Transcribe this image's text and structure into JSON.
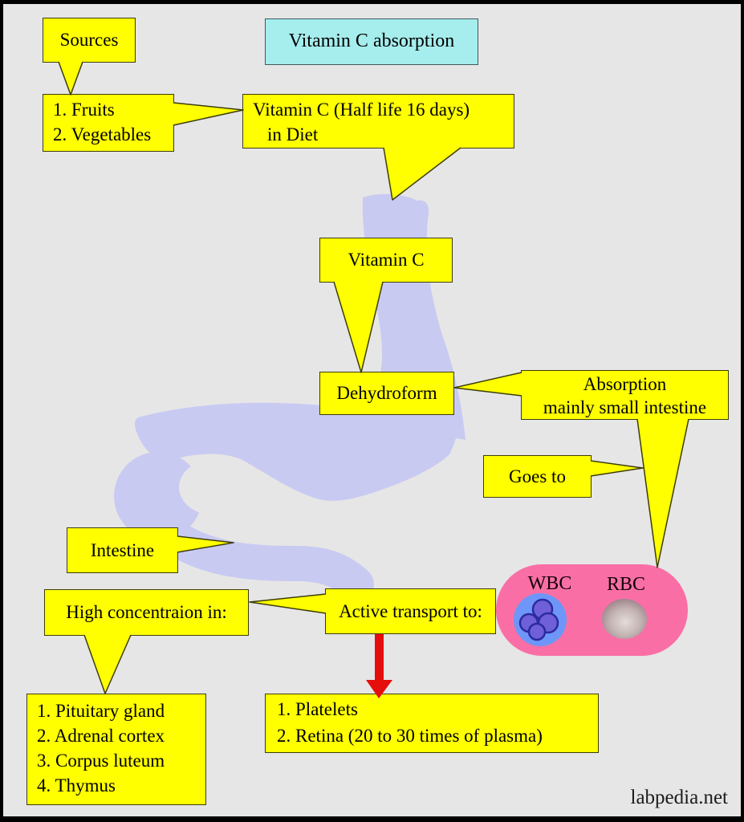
{
  "diagram_title": "Vitamin C absorption",
  "watermark": "labpedia.net",
  "callouts": {
    "sources": {
      "label": "Sources"
    },
    "diet_sources": {
      "lines": [
        "1. Fruits",
        "2. Vegetables"
      ]
    },
    "vitamin_c_in_diet": {
      "lines": [
        "Vitamin C (Half life 16 days)",
        "in Diet"
      ]
    },
    "vitamin_c": {
      "label": "Vitamin C"
    },
    "dehydroform": {
      "label": "Dehydroform"
    },
    "absorption": {
      "lines": [
        "Absorption",
        "mainly small intestine"
      ]
    },
    "goes_to": {
      "label": "Goes to"
    },
    "intestine": {
      "label": "Intestine"
    },
    "high_concentration": {
      "label": "High concentraion in:"
    },
    "active_transport": {
      "label": "Active transport to:"
    },
    "active_transport_targets": {
      "lines": [
        "1. Platelets",
        "2. Retina (20 to 30 times of plasma)"
      ]
    },
    "high_concentration_organs": {
      "lines": [
        "1. Pituitary gland",
        "2. Adrenal cortex",
        "3. Corpus luteum",
        "4. Thymus"
      ]
    }
  },
  "blood_vessel": {
    "wbc_label": "WBC",
    "rbc_label": "RBC"
  },
  "colors": {
    "callout_fill": "#FFFF00",
    "title_fill": "#A6EDED",
    "stomach_fill": "#C9CAF2",
    "vessel_fill": "#F96FA5",
    "wbc_fill": "#6E96F8",
    "wbc_nucleus_fill": "#6F5FD8",
    "rbc_shade": "#997F87",
    "arrow_color": "#E60D0D",
    "background": "#E6E6E6",
    "frame": "#000000"
  }
}
